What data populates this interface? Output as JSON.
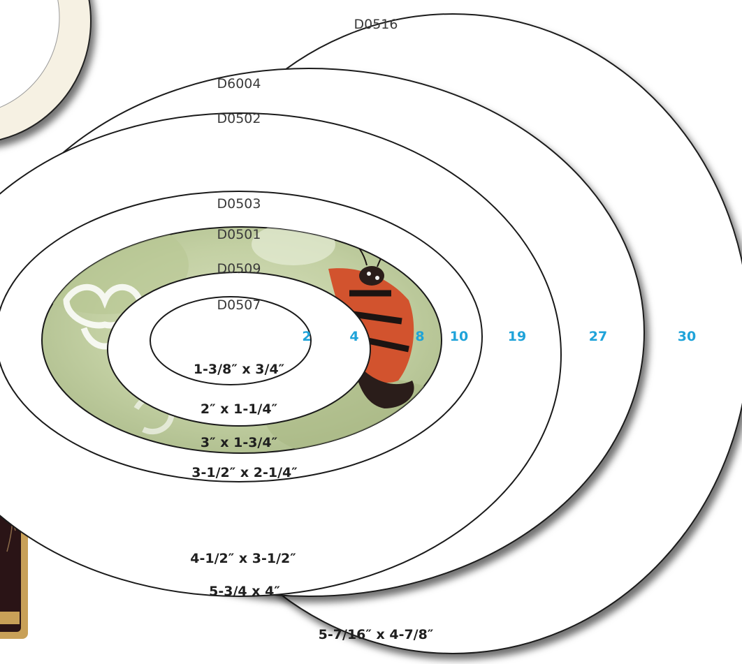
{
  "product_codes": [
    "D0516",
    "D6004",
    "D0502",
    "D0503",
    "D0501",
    "D0509",
    "D0507"
  ],
  "counts": [
    "2",
    "4",
    "8",
    "10",
    "19",
    "27",
    "30"
  ],
  "sizes": [
    "1-3/8″ x 3/4″",
    "2″ x 1-1/4″",
    "3″ x 1-3/4″",
    "3-1/2″ x 2-1/4″",
    "4-1/2″ x 3-1/2″",
    "5-3/4 x 4″",
    "5-7/16″ x 4-7/8″"
  ],
  "colors": {
    "count_text": "#1fa3d9",
    "ring_stroke": "#1a1a1a",
    "photo_ring_fill": "#c9d5ab",
    "side_card": "#2a1416",
    "side_card_trim": "#c8a058"
  }
}
